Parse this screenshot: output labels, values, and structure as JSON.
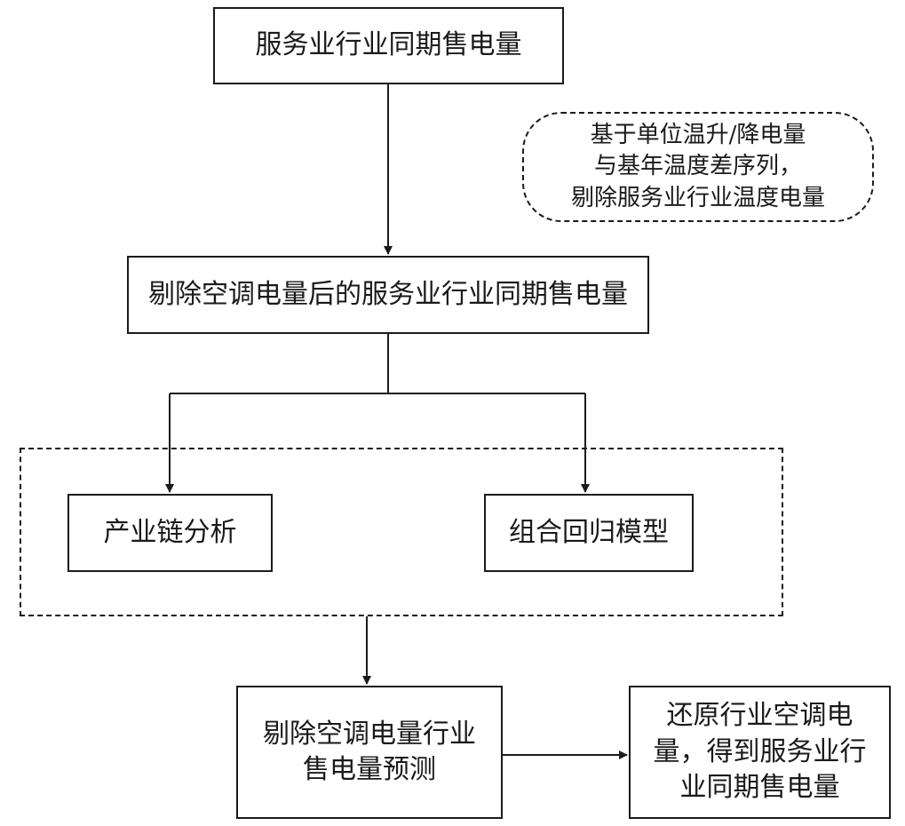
{
  "nodes": {
    "top": "服务业行业同期售电量",
    "note": "基于单位温升/降电量\n与基年温度差序列，\n剔除服务业行业温度电量",
    "removed": "剔除空调电量后的服务业行业同期售电量",
    "industry_chain": "产业链分析",
    "combined_regression": "组合回归模型",
    "forecast": "剔除空调电量行业\n售电量预测",
    "restore": "还原行业空调电\n量，得到服务业行\n业同期售电量"
  }
}
